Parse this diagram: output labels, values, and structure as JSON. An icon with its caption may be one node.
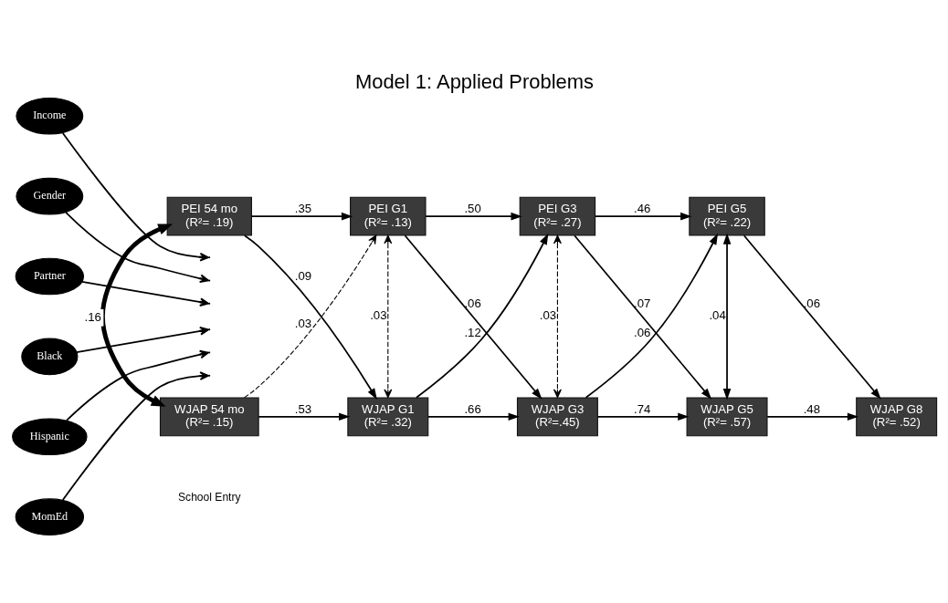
{
  "diagram": {
    "title": "Model 1: Applied Problems",
    "nodes": [
      {
        "text": [
          "PEI 54 mo",
          "(R²= .19)"
        ]
      },
      {
        "text": [
          "PEI G1",
          "(R²= .13)"
        ]
      },
      {
        "text": [
          "PEI G3",
          "(R²= .27)"
        ]
      },
      {
        "text": [
          "PEI G5",
          "(R²= .22)"
        ]
      },
      {
        "text": [
          "Income"
        ]
      },
      {
        "text": [
          "Gender"
        ]
      },
      {
        "text": [
          "Partner"
        ]
      },
      {
        "text": [
          "Black"
        ]
      },
      {
        "text": [
          "Hispanic"
        ]
      },
      {
        "text": [
          "MomEd"
        ]
      },
      {
        "text": [
          "WJAP 54 mo",
          "(R²= .15)"
        ]
      },
      {
        "text": [
          "WJAP G1",
          "(R²= .32)"
        ]
      },
      {
        "text": [
          "WJAP G3",
          "(R²=.45)"
        ]
      },
      {
        "text": [
          "WJAP G5",
          "(R²= .57)"
        ]
      },
      {
        "text": [
          "WJAP G8",
          "(R²= .52)"
        ]
      }
    ],
    "edges": [
      {
        "from": 0,
        "to": 1,
        "arrow": "to",
        "label": ".35"
      },
      {
        "from": 1,
        "to": 2,
        "arrow": "to",
        "label": ".50"
      },
      {
        "from": 2,
        "to": 3,
        "arrow": "to",
        "label": ".46"
      },
      {
        "from": 4,
        "to": null,
        "arrow": "to"
      },
      {
        "from": 5,
        "to": null,
        "arrow": "to"
      },
      {
        "from": 6,
        "to": null,
        "arrow": "to"
      },
      {
        "from": 7,
        "to": null,
        "arrow": "to"
      },
      {
        "from": 8,
        "to": null,
        "arrow": "to"
      },
      {
        "from": 9,
        "to": null,
        "arrow": "to"
      },
      {
        "from": 0,
        "to": 10,
        "arrow": "both",
        "label": ".16",
        "style": "thick"
      },
      {
        "from": 0,
        "to": 11,
        "arrow": "to",
        "label": ".09"
      },
      {
        "from": 10,
        "to": 1,
        "arrow": "to",
        "label": ".03",
        "style": "dashed"
      },
      {
        "from": 1,
        "to": 11,
        "arrow": "both",
        "label": ".03",
        "style": "dashed"
      },
      {
        "from": 1,
        "to": 12,
        "arrow": "to",
        "label": ".06"
      },
      {
        "from": 11,
        "to": 2,
        "arrow": "to",
        "label": ".12"
      },
      {
        "from": 2,
        "to": 12,
        "arrow": "both",
        "label": ".03",
        "style": "dashed"
      },
      {
        "from": 2,
        "to": 13,
        "arrow": "to",
        "label": ".07"
      },
      {
        "from": 12,
        "to": 3,
        "arrow": "to",
        "label": ".06"
      },
      {
        "from": 3,
        "to": 13,
        "arrow": "both",
        "label": ".04"
      },
      {
        "from": 3,
        "to": 14,
        "arrow": "to",
        "label": ".06"
      },
      {
        "from": 10,
        "to": 11,
        "arrow": "to",
        "label": ".53"
      },
      {
        "from": 11,
        "to": 12,
        "arrow": "to",
        "label": ".66"
      },
      {
        "from": 12,
        "to": 13,
        "arrow": "to",
        "label": ".74"
      },
      {
        "from": 13,
        "to": 14,
        "arrow": "to",
        "label": ".48"
      }
    ],
    "labels": [
      "School Entry"
    ]
  }
}
